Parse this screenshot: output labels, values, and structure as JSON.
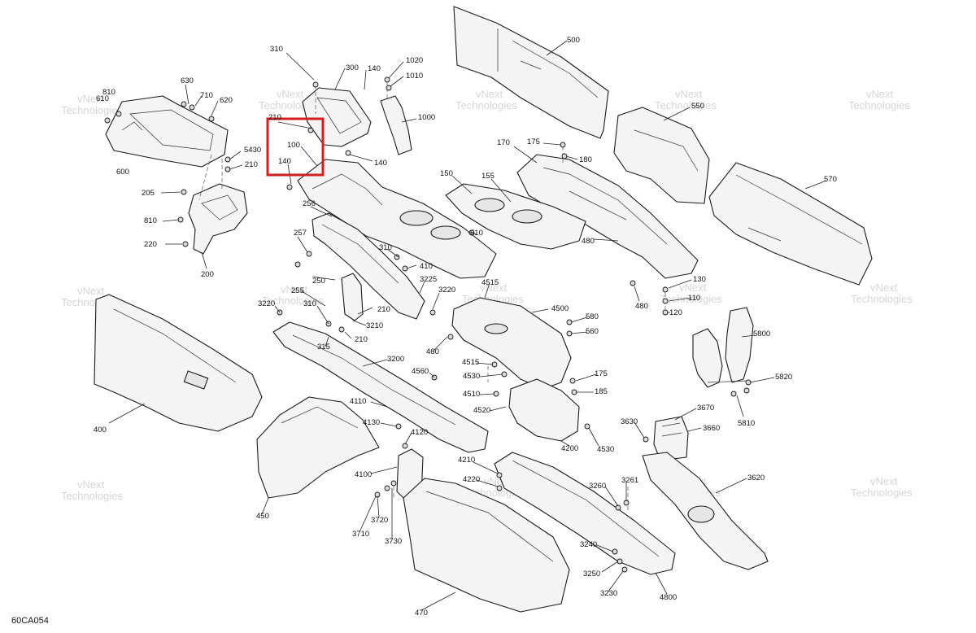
{
  "diagram_code": "60CA054",
  "watermark": {
    "line1": "vNext",
    "line2": "Technologies",
    "small": "vNext Technologies"
  },
  "highlight_color": "#d21f1f",
  "labels": {
    "l310a": "310",
    "l300": "300",
    "l140a": "140",
    "l1020": "1020",
    "l1010": "1010",
    "l500": "500",
    "l630": "630",
    "l810a": "810",
    "l610": "610",
    "l710": "710",
    "l620": "620",
    "l210a": "210",
    "l100": "100",
    "l140b": "140",
    "l140c": "140",
    "l1000": "1000",
    "l550": "550",
    "l175a": "175",
    "l180": "180",
    "l170": "170",
    "l5430": "5430",
    "l210b": "210",
    "l600": "600",
    "l150": "150",
    "l155": "155",
    "l570": "570",
    "l205": "205",
    "l256": "256",
    "l810b": "810",
    "l510": "510",
    "l480a": "480",
    "l220": "220",
    "l257": "257",
    "l310b": "310",
    "l410": "410",
    "l200": "200",
    "l250": "250",
    "l3225": "3225",
    "l130": "130",
    "l255": "255",
    "l4515a": "4515",
    "l3220a": "3220",
    "l110": "110",
    "l480b": "480",
    "l120": "120",
    "l3220b": "3220",
    "l310c": "310",
    "l210c": "210",
    "l4500": "4500",
    "l580": "580",
    "l3210": "3210",
    "l560": "560",
    "l5800": "5800",
    "l210d": "210",
    "l315": "315",
    "l460": "460",
    "l400": "400",
    "l3200": "3200",
    "l4515b": "4515",
    "l175b": "175",
    "l4530": "4530",
    "l4560": "4560",
    "l5820": "5820",
    "l4510": "4510",
    "l185": "185",
    "l4110": "4110",
    "l4520": "4520",
    "l3670": "3670",
    "l5810": "5810",
    "l4130": "4130",
    "l4120": "4120",
    "l3630": "3630",
    "l3660": "3660",
    "l4200": "4200",
    "l4530b": "4530",
    "l4210": "4210",
    "l4100": "4100",
    "l4220": "4220",
    "l3620": "3620",
    "l3261": "3261",
    "l3260": "3260",
    "l450": "450",
    "l3720": "3720",
    "l3710": "3710",
    "l3730": "3730",
    "l3240": "3240",
    "l3250": "3250",
    "l470": "470",
    "l3230": "3230",
    "l4800": "4800"
  }
}
